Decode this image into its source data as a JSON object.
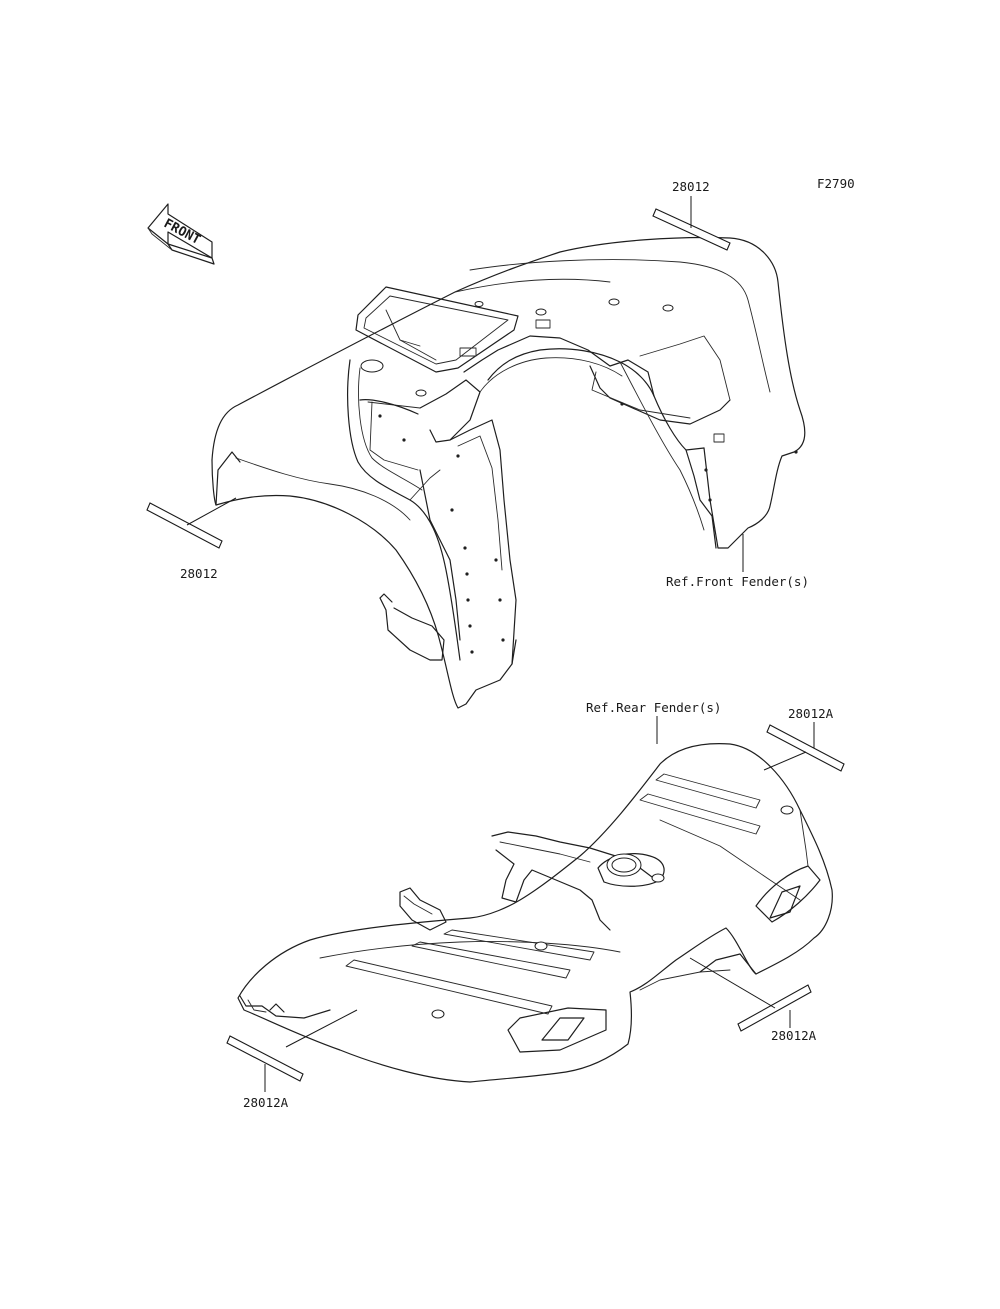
{
  "figure_code": "F2790",
  "front_label": "FRONT",
  "callouts": {
    "front_top_part": "28012",
    "front_left_part": "28012",
    "front_fender_ref": "Ref.Front Fender(s)",
    "rear_fender_ref": "Ref.Rear Fender(s)",
    "rear_top_right_part": "28012A",
    "rear_right_part": "28012A",
    "rear_left_part": "28012A"
  }
}
